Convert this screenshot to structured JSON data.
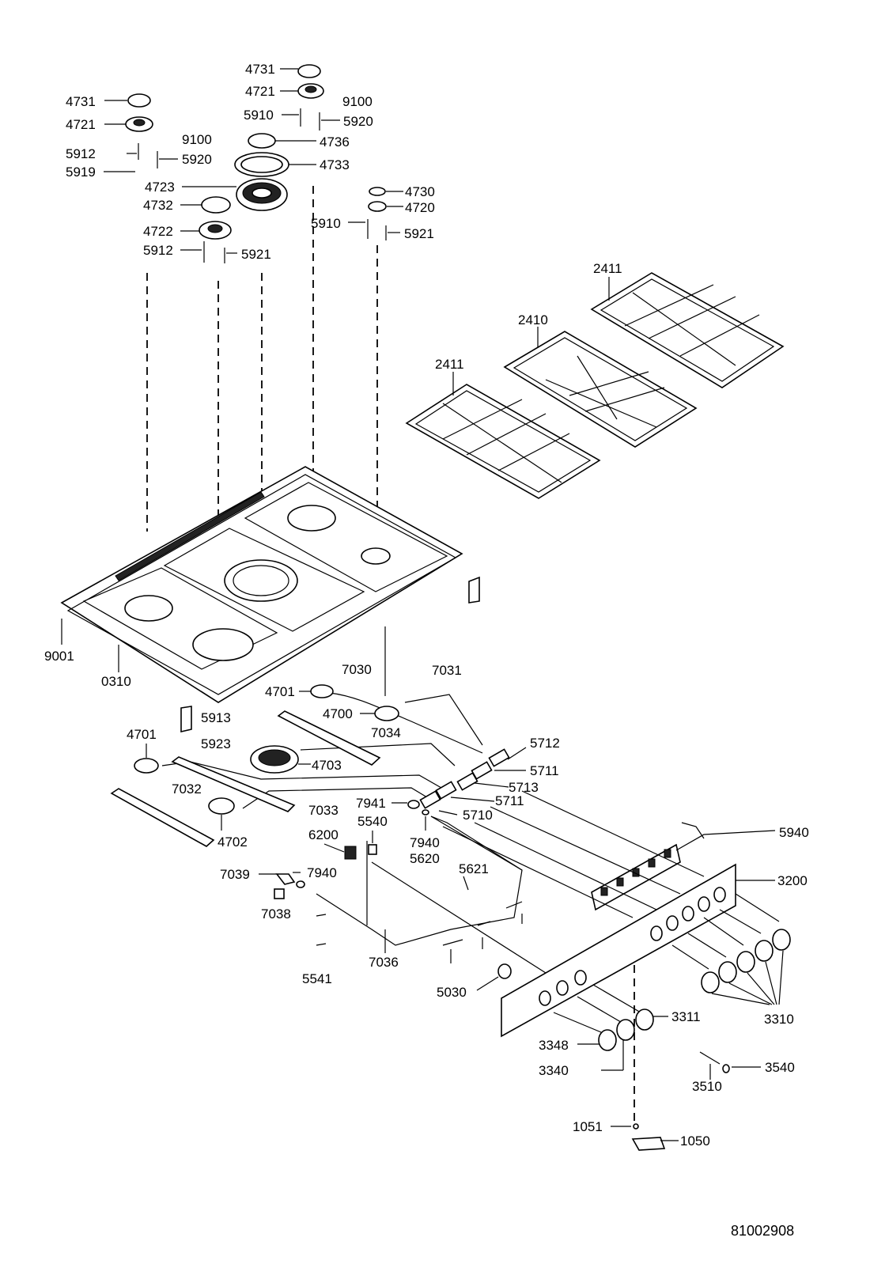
{
  "drawing_number": "81002908",
  "labels": {
    "l4731a": "4731",
    "l4721a": "4721",
    "l5910a": "5910",
    "l9100a": "9100",
    "l5920a": "5920",
    "l4736": "4736",
    "l4733": "4733",
    "l4731b": "4731",
    "l4721b": "4721",
    "l9100b": "9100",
    "l5912a": "5912",
    "l5920b": "5920",
    "l5919": "5919",
    "l4723": "4723",
    "l4732": "4732",
    "l4722": "4722",
    "l5912b": "5912",
    "l5921a": "5921",
    "l4730": "4730",
    "l4720": "4720",
    "l5910b": "5910",
    "l5921b": "5921",
    "l2411a": "2411",
    "l2410": "2410",
    "l2411b": "2411",
    "l9001": "9001",
    "l0310": "0310",
    "l7030": "7030",
    "l7031": "7031",
    "l4701a": "4701",
    "l4700": "4700",
    "l5913": "5913",
    "l7034": "7034",
    "l5712": "5712",
    "l5923": "5923",
    "l4701b": "4701",
    "l4703": "4703",
    "l5711a": "5711",
    "l7032": "7032",
    "l5713": "5713",
    "l7033": "7033",
    "l7941": "7941",
    "l5711b": "5711",
    "l5540": "5540",
    "l5710": "5710",
    "l4702": "4702",
    "l6200": "6200",
    "l7940a": "7940",
    "l5940": "5940",
    "l5620": "5620",
    "l7039": "7039",
    "l7940b": "7940",
    "l5621": "5621",
    "l3200": "3200",
    "l7038": "7038",
    "l7036": "7036",
    "l5541": "5541",
    "l5030": "5030",
    "l3311": "3311",
    "l3310": "3310",
    "l3348": "3348",
    "l3340": "3340",
    "l3540": "3540",
    "l3510": "3510",
    "l1051": "1051",
    "l1050": "1050"
  }
}
